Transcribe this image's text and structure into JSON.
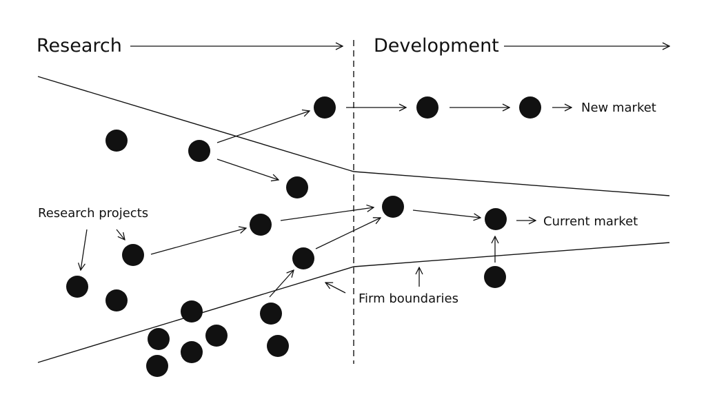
{
  "phases": {
    "research": "Research",
    "development": "Development"
  },
  "annotations": {
    "new_market": "New market",
    "current_market": "Current market",
    "research_projects": "Research projects",
    "firm_boundaries": "Firm boundaries"
  },
  "colors": {
    "ink": "#111111",
    "background": "#ffffff"
  }
}
